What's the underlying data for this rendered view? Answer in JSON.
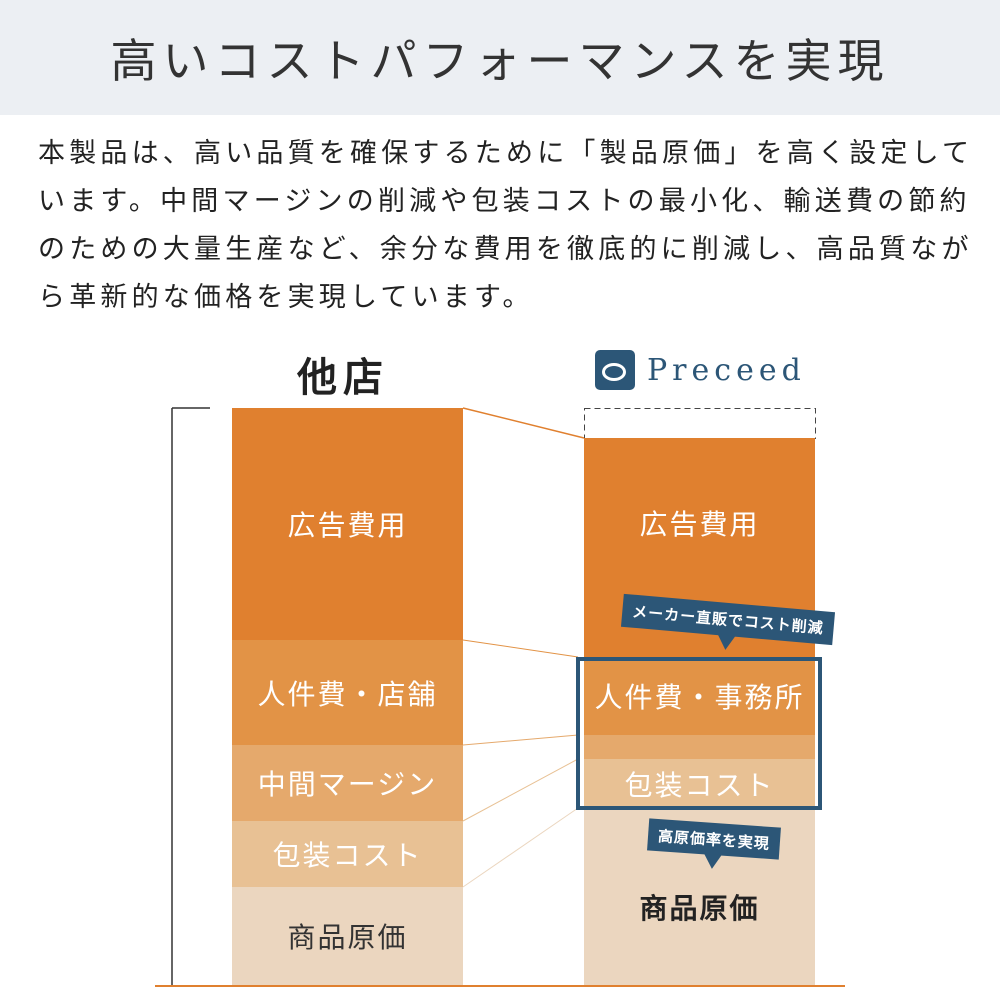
{
  "header": {
    "title": "高いコストパフォーマンスを実現"
  },
  "intro": "本製品は、高い品質を確保するために「製品原価」を高く設定しています。中間マージンの削減や包装コストの最小化、輸送費の節約のための大量生産など、余分な費用を徹底的に削減し、高品質ながら革新的な価格を実現しています。",
  "left": {
    "title": "他店",
    "segments": [
      "広告費用",
      "人件費・店舗",
      "中間マージン",
      "包装コスト",
      "商品原価"
    ]
  },
  "right": {
    "brand": "Preceed",
    "segments": [
      "広告費用",
      "人件費・事務所",
      "",
      "包装コスト",
      "商品原価"
    ],
    "callout_top": "メーカー直販でコスト削減",
    "callout_bottom": "高原価率を実現"
  },
  "colors": {
    "accent": "#e0802f",
    "navy": "#2c5677"
  }
}
